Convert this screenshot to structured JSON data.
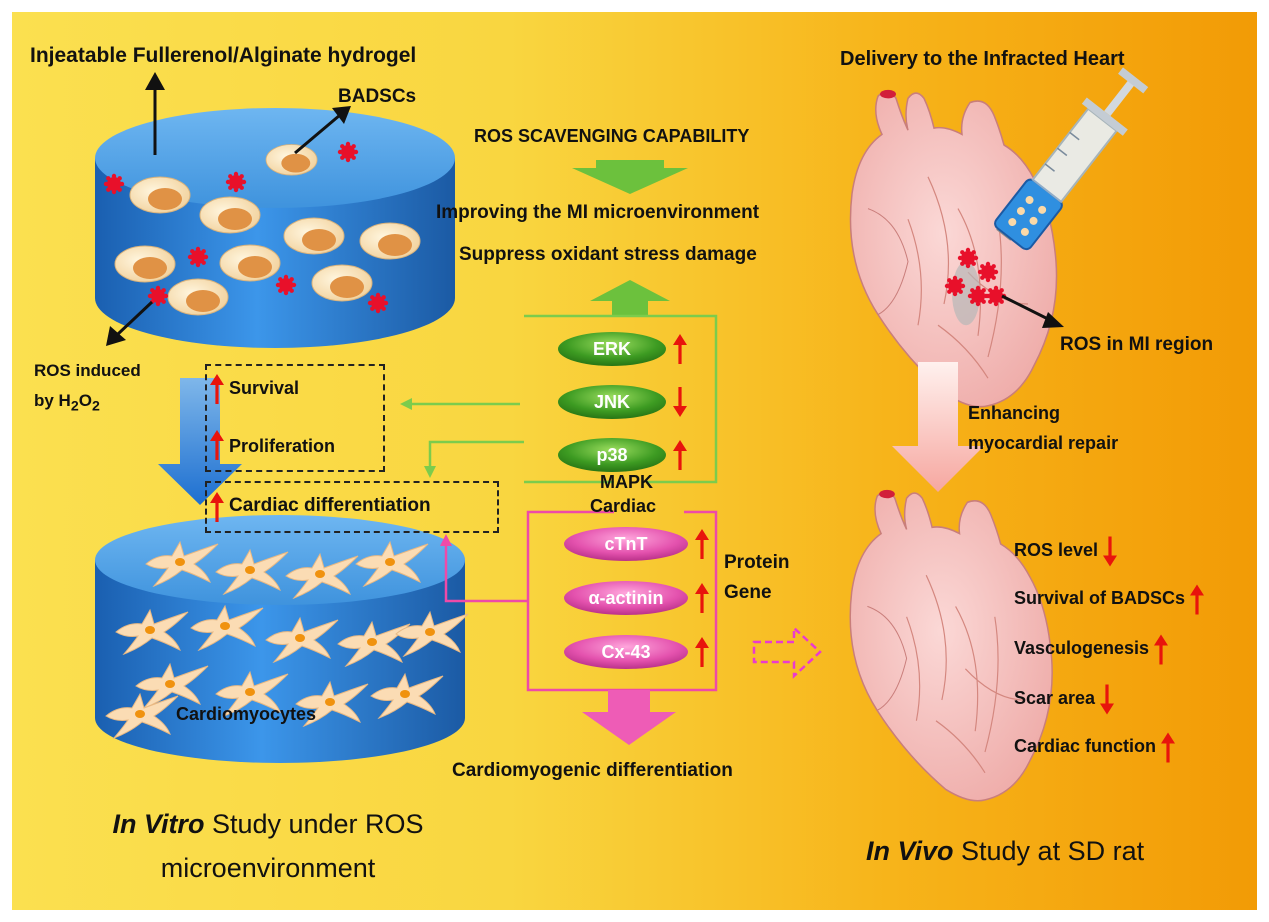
{
  "labels": {
    "hydrogel_title": "Injeatable Fullerenol/Alginate hydrogel",
    "badscs": "BADSCs",
    "ros_scavenging": "ROS SCAVENGING CAPABILITY",
    "improving_mi": "Improving the MI microenvironment",
    "suppress_stress": "Suppress oxidant stress damage",
    "delivery": "Delivery to the Infracted Heart",
    "ros_mi_region": "ROS in MI region",
    "ros_induced_line1": "ROS induced",
    "ros_induced_line2_prefix": "by H",
    "ros_induced_sub1": "2",
    "ros_induced_o": "O",
    "ros_induced_sub2": "2",
    "survival": "Survival",
    "proliferation": "Proliferation",
    "cardiac_differentiation": "Cardiac  differentiation",
    "mapk": "MAPK",
    "cardiac": "Cardiac",
    "protein": "Protein",
    "gene": "Gene",
    "enhancing_line1": "Enhancing",
    "enhancing_line2": "myocardial repair",
    "cardiomyocytes": "Cardiomyocytes",
    "cardiomyogenic": "Cardiomyogenic differentiation",
    "in_vitro_italic": "In Vitro",
    "in_vitro_rest": " Study under ROS",
    "in_vitro_line2": "microenvironment",
    "in_vivo_italic": "In Vivo",
    "in_vivo_rest": " Study at SD rat"
  },
  "mapk_pills": [
    {
      "label": "ERK",
      "trend": "up"
    },
    {
      "label": "JNK",
      "trend": "down"
    },
    {
      "label": "p38",
      "trend": "up"
    }
  ],
  "cardiac_pills": [
    {
      "label": "cTnT",
      "trend": "up"
    },
    {
      "label": "α-actinin",
      "trend": "up"
    },
    {
      "label": "Cx-43",
      "trend": "up"
    }
  ],
  "outcomes": [
    {
      "label": "ROS level",
      "trend": "down"
    },
    {
      "label": "Survival of BADSCs",
      "trend": "up"
    },
    {
      "label": "Vasculogenesis",
      "trend": "up"
    },
    {
      "label": "Scar area",
      "trend": "down"
    },
    {
      "label": "Cardiac function",
      "trend": "up"
    }
  ],
  "colors": {
    "arrow_red": "#e8140c",
    "green": "#5fb82e",
    "pink": "#ea4fb0",
    "blue": "#2f84d9",
    "heart": "#f6c2c0"
  }
}
